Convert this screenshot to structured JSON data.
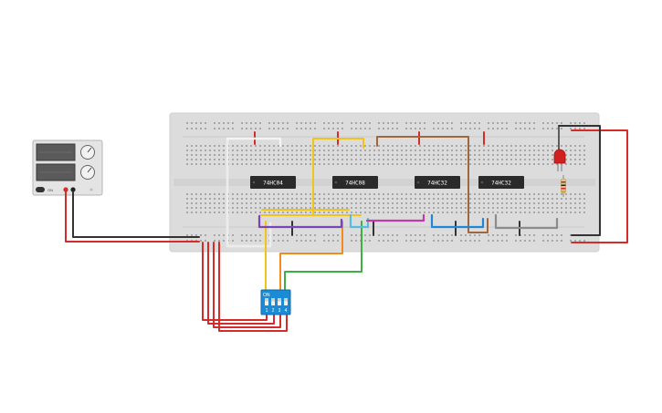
{
  "canvas": {
    "background": "#ffffff"
  },
  "breadboard": {
    "color": "#dcdcdc",
    "hole_color": "#8a8a8a"
  },
  "power_supply": {
    "label": "ON",
    "color": "#e4e4e4",
    "display_color": "#5a5a5a"
  },
  "chips": [
    {
      "label": "74HC04"
    },
    {
      "label": "74HC08"
    },
    {
      "label": "74HC32"
    },
    {
      "label": "74HC32"
    }
  ],
  "dip_switch": {
    "on_label": "ON",
    "channels": [
      "1",
      "2",
      "3",
      "4"
    ],
    "color": "#1b8bd6"
  },
  "led": {
    "color": "#d21f1f"
  },
  "colors": {
    "red": "#d62b2b",
    "black": "#333333",
    "yellow": "#f0c419",
    "orange": "#f08c1e",
    "green": "#3cb043",
    "brown": "#a0663c",
    "purple": "#7b44b5",
    "cyan": "#55bde0",
    "magenta": "#c23aa8",
    "blue": "#1f86d8",
    "gray": "#8c8c8c",
    "white": "#f4f4f4"
  }
}
